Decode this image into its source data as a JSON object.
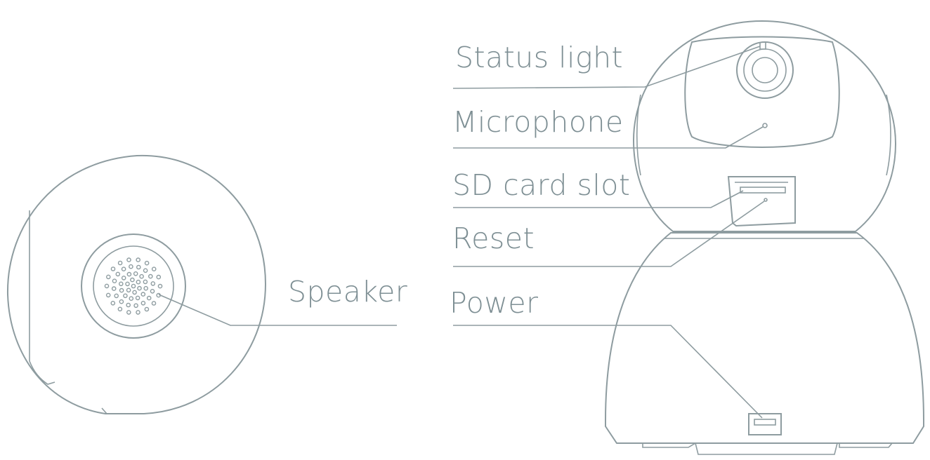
{
  "labels": {
    "speaker": "Speaker",
    "status_light": "Status light",
    "microphone": "Microphone",
    "sd_card_slot": "SD card slot",
    "reset": "Reset",
    "power": "Power"
  },
  "colors": {
    "line": "#8e9ca0",
    "text": "#7e8f94",
    "background": "#ffffff"
  }
}
